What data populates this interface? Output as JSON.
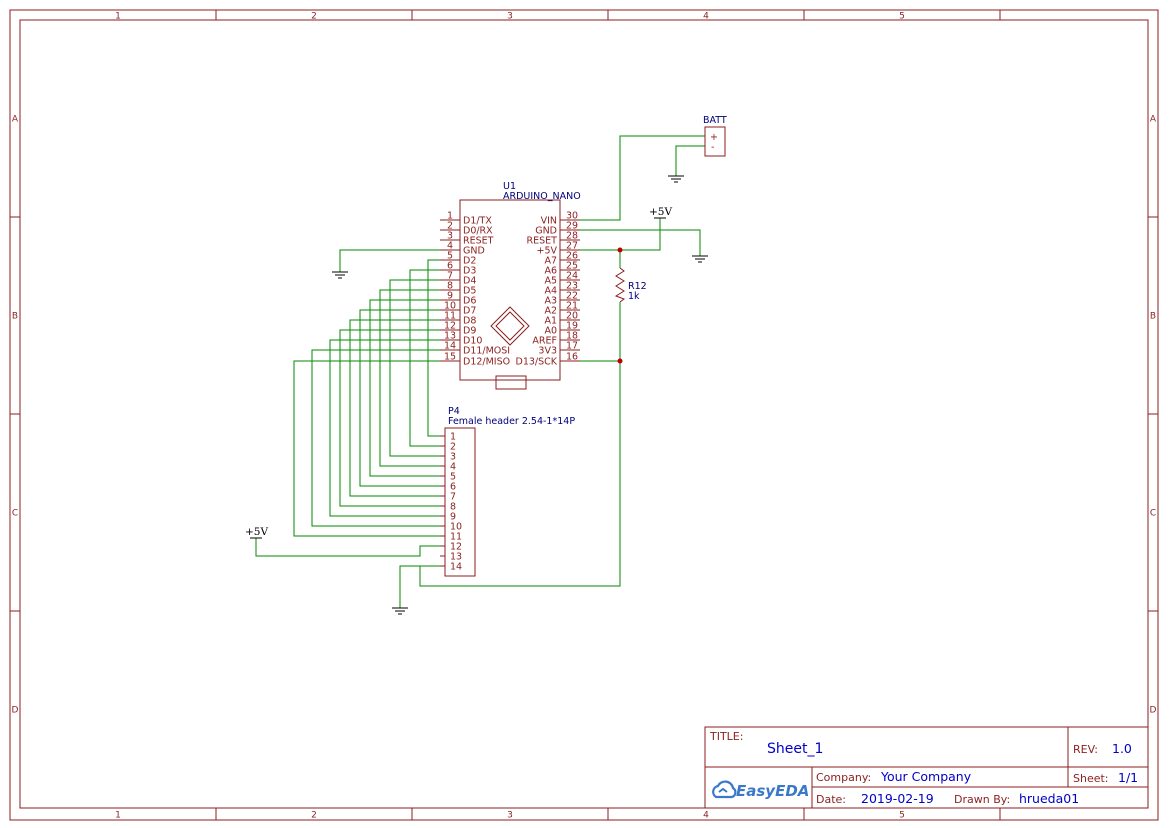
{
  "frame": {
    "columns": [
      "1",
      "2",
      "3",
      "4",
      "5"
    ],
    "rows": [
      "A",
      "B",
      "C",
      "D"
    ]
  },
  "u1": {
    "designator": "U1",
    "name": "ARDUINO_NANO",
    "left_pins": [
      {
        "num": "1",
        "name": "D1/TX"
      },
      {
        "num": "2",
        "name": "D0/RX"
      },
      {
        "num": "3",
        "name": "RESET"
      },
      {
        "num": "4",
        "name": "GND"
      },
      {
        "num": "5",
        "name": "D2"
      },
      {
        "num": "6",
        "name": "D3"
      },
      {
        "num": "7",
        "name": "D4"
      },
      {
        "num": "8",
        "name": "D5"
      },
      {
        "num": "9",
        "name": "D6"
      },
      {
        "num": "10",
        "name": "D7"
      },
      {
        "num": "11",
        "name": "D8"
      },
      {
        "num": "12",
        "name": "D9"
      },
      {
        "num": "13",
        "name": "D10"
      },
      {
        "num": "14",
        "name": "D11/MOSI"
      },
      {
        "num": "15",
        "name": "D12/MISO"
      }
    ],
    "right_pins": [
      {
        "num": "30",
        "name": "VIN"
      },
      {
        "num": "29",
        "name": "GND"
      },
      {
        "num": "28",
        "name": "RESET"
      },
      {
        "num": "27",
        "name": "+5V"
      },
      {
        "num": "26",
        "name": "A7"
      },
      {
        "num": "25",
        "name": "A6"
      },
      {
        "num": "24",
        "name": "A5"
      },
      {
        "num": "23",
        "name": "A4"
      },
      {
        "num": "22",
        "name": "A3"
      },
      {
        "num": "21",
        "name": "A2"
      },
      {
        "num": "20",
        "name": "A1"
      },
      {
        "num": "19",
        "name": "A0"
      },
      {
        "num": "18",
        "name": "AREF"
      },
      {
        "num": "17",
        "name": "3V3"
      },
      {
        "num": "16",
        "name": "D13/SCK"
      }
    ]
  },
  "p4": {
    "designator": "P4",
    "name": "Female header 2.54-1*14P",
    "pins": [
      "1",
      "2",
      "3",
      "4",
      "5",
      "6",
      "7",
      "8",
      "9",
      "10",
      "11",
      "12",
      "13",
      "14"
    ]
  },
  "batt": {
    "designator": "BATT",
    "plus": "+",
    "minus": "-"
  },
  "r12": {
    "designator": "R12",
    "value": "1k"
  },
  "power": {
    "p5v_top": "+5V",
    "p5v_left": "+5V"
  },
  "title_block": {
    "title_label": "TITLE:",
    "title_value": "Sheet_1",
    "rev_label": "REV:",
    "rev_value": "1.0",
    "company_label": "Company:",
    "company_value": "Your Company",
    "sheet_label": "Sheet:",
    "sheet_value": "1/1",
    "date_label": "Date:",
    "date_value": "2019-02-19",
    "drawn_label": "Drawn By:",
    "drawn_value": "hrueda01",
    "logo_text": "EasyEDA"
  }
}
